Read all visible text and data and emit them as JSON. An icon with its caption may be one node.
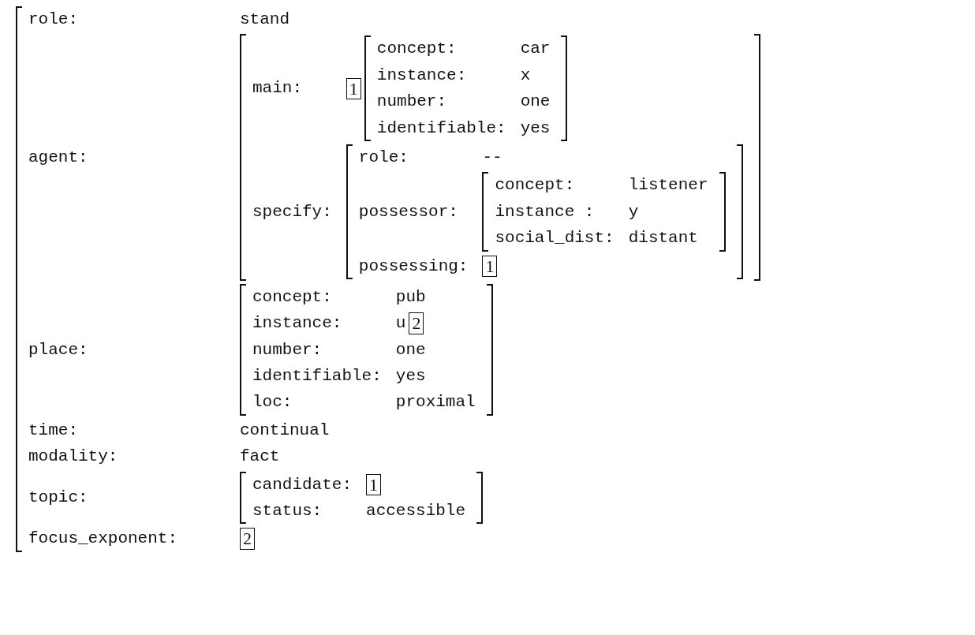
{
  "diagram": {
    "nodes": [
      {
        "text": [
          "role:",
          "stand",
          "agent:",
          "place:",
          "time:",
          "continual",
          "modality:",
          "fact",
          "topic:",
          "focus_exponent:"
        ]
      },
      {
        "text": [
          "main:",
          "specify:"
        ],
        "in": 0
      },
      {
        "text": [
          "1"
        ],
        "in": 1
      },
      {
        "text": [
          "concept:",
          "car",
          "instance:",
          "x",
          "number:",
          "one",
          "identifiable:",
          "yes"
        ],
        "in": 1
      },
      {
        "text": [
          "role:",
          "--",
          "possessor:",
          "possessing:"
        ],
        "in": 1
      },
      {
        "text": [
          "concept:",
          "listener",
          "instance :",
          "y",
          "social_dist:",
          "distant"
        ],
        "in": 4
      },
      {
        "text": [
          "1"
        ],
        "in": 4
      },
      {
        "text": [
          "concept:",
          "pub",
          "instance:",
          "u",
          "number:",
          "one",
          "identifiable:",
          "yes",
          "loc:",
          "proximal"
        ],
        "in": 0
      },
      {
        "text": [
          "2"
        ],
        "in": 7
      },
      {
        "text": [
          "candidate:",
          "status:",
          "accessible"
        ],
        "in": 0
      },
      {
        "text": [
          "1"
        ],
        "in": 9
      },
      {
        "text": [
          "2"
        ],
        "in": 0
      }
    ]
  }
}
